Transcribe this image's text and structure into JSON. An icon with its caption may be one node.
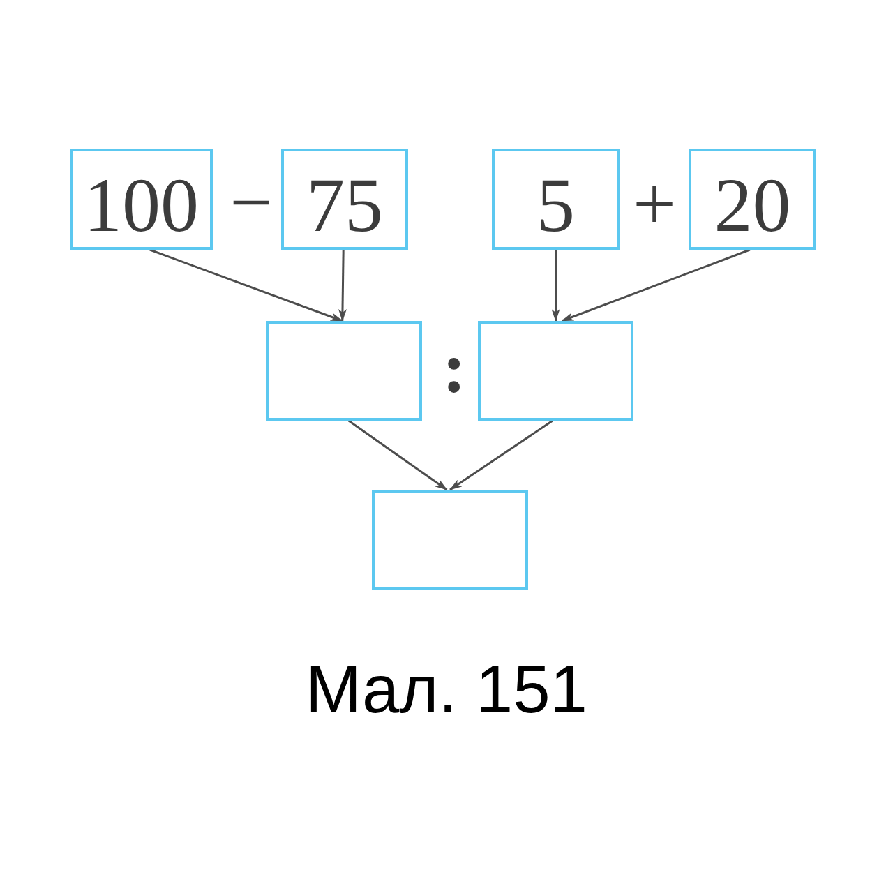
{
  "diagram": {
    "caption": "Мал. 151",
    "nodes": [
      {
        "text": [
          "100"
        ]
      },
      {
        "text": [
          "75"
        ]
      },
      {
        "text": [
          "5"
        ]
      },
      {
        "text": [
          "20"
        ]
      },
      {
        "text": [],
        "shape": "box"
      },
      {
        "text": [],
        "shape": "box"
      },
      {
        "text": [],
        "shape": "box"
      }
    ],
    "edges": [
      {
        "from": 0,
        "to": 4,
        "arrow": "to"
      },
      {
        "from": 1,
        "to": 4,
        "arrow": "to"
      },
      {
        "from": 2,
        "to": 5,
        "arrow": "to"
      },
      {
        "from": 3,
        "to": 5,
        "arrow": "to"
      },
      {
        "from": 4,
        "to": 6,
        "arrow": "to"
      },
      {
        "from": 5,
        "to": 6,
        "arrow": "to"
      }
    ],
    "labels": [
      "−",
      "+",
      ":"
    ]
  }
}
